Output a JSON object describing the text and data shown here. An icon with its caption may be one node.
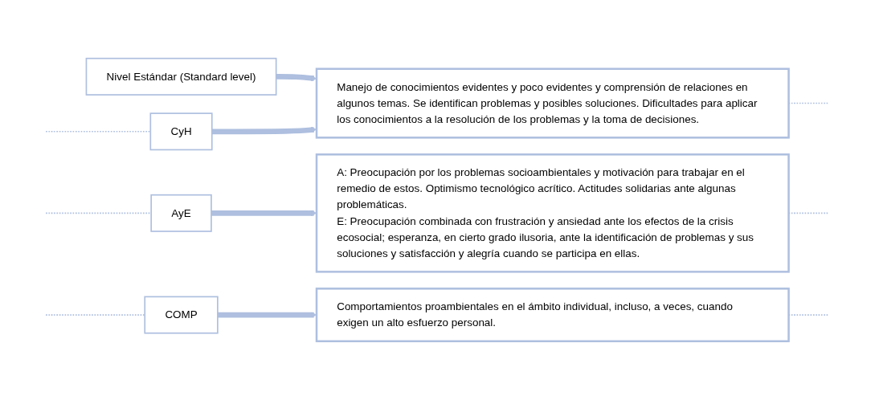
{
  "diagram": {
    "nodes": [
      {
        "text": [
          "Nivel Estándar (Standard level)"
        ]
      },
      {
        "text": [
          "CyH"
        ]
      },
      {
        "text": [
          "Manejo de conocimientos evidentes y poco evidentes y comprensión de relaciones en algunos temas. Se identifican problemas y posibles soluciones. Dificultades para aplicar los conocimientos a la resolución de los problemas y la toma de decisiones."
        ]
      },
      {
        "text": [
          "AyE"
        ]
      },
      {
        "text": [
          "A: Preocupación por los problemas socioambientales y motivación para trabajar en el remedio de estos. Optimismo tecnológico acrítico. Actitudes solidarias ante algunas problemáticas.",
          "E: Preocupación combinada con frustración y ansiedad ante los efectos de la crisis ecosocial; esperanza, en cierto grado ilusoria, ante la identificación de problemas y sus soluciones y satisfacción y alegría cuando se participa en ellas."
        ]
      },
      {
        "text": [
          "COMP"
        ]
      },
      {
        "text": [
          "Comportamientos proambientales en el ámbito individual, incluso, a veces, cuando exigen un alto esfuerzo personal."
        ]
      }
    ],
    "edges": [
      {
        "from": 0,
        "to": 2,
        "arrow": "to",
        "style": "thick"
      },
      {
        "from": null,
        "to": 1,
        "arrow": "none",
        "style": "dashed"
      },
      {
        "from": 1,
        "to": 2,
        "arrow": "to",
        "style": "thick"
      },
      {
        "from": 2,
        "to": null,
        "arrow": "none",
        "style": "dashed"
      },
      {
        "from": null,
        "to": 3,
        "arrow": "none",
        "style": "dashed"
      },
      {
        "from": 3,
        "to": 4,
        "arrow": "to",
        "style": "thick"
      },
      {
        "from": 4,
        "to": null,
        "arrow": "none",
        "style": "dashed"
      },
      {
        "from": null,
        "to": 5,
        "arrow": "none",
        "style": "dashed"
      },
      {
        "from": 5,
        "to": 6,
        "arrow": "to",
        "style": "thick"
      },
      {
        "from": 6,
        "to": null,
        "arrow": "none",
        "style": "dashed"
      }
    ]
  }
}
